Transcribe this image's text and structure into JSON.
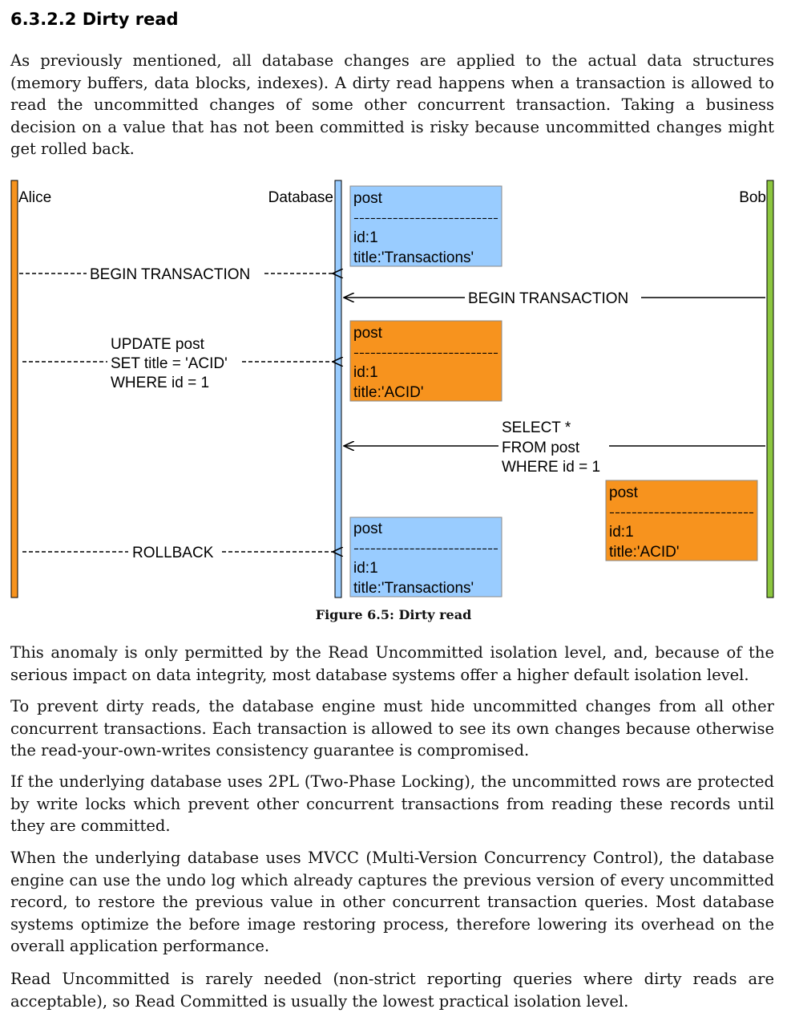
{
  "section": {
    "heading": "6.3.2.2 Dirty read"
  },
  "paragraphs": [
    "As previously mentioned, all database changes are applied to the actual data structures (memory buffers, data blocks, indexes). A dirty read happens when a transaction is allowed to read the uncommitted changes of some other concurrent transaction. Taking a business decision on a value that has not been committed is risky because uncommitted changes might get rolled back.",
    "This anomaly is only permitted by the Read Uncommitted isolation level, and, because of the serious impact on data integrity, most database systems offer a higher default isolation level.",
    "To prevent dirty reads, the database engine must hide uncommitted changes from all other concurrent transactions. Each transaction is allowed to see its own changes because otherwise the read-your-own-writes consistency guarantee is compromised.",
    "If the underlying database uses 2PL (Two-Phase Locking), the uncommitted rows are protected by write locks which prevent other concurrent transactions from reading these records until they are committed.",
    "When the underlying database uses MVCC (Multi-Version Concurrency Control), the database engine can use the undo log which already captures the previous version of every uncommitted record, to restore the previous value in other concurrent transaction queries. Most database systems optimize the before image restoring process, therefore lowering its overhead on the overall application performance.",
    "Read Uncommitted is rarely needed (non-strict reporting queries where dirty reads are acceptable), so Read Committed is usually the lowest practical isolation level."
  ],
  "figure": {
    "caption": "Figure 6.5: Dirty read",
    "actors": {
      "alice": "Alice",
      "database": "Database",
      "bob": "Bob"
    },
    "messages": {
      "alice_begin": "BEGIN TRANSACTION",
      "bob_begin": "BEGIN TRANSACTION",
      "update_line1": "UPDATE post",
      "update_line2": "SET title = 'ACID'",
      "update_line3": "WHERE id = 1",
      "select_line1": "SELECT *",
      "select_line2": "FROM post",
      "select_line3": "WHERE id = 1",
      "rollback": "ROLLBACK"
    },
    "boxes": {
      "box1": {
        "header": "post",
        "divider": "--------------------------",
        "line1": "id:1",
        "line2": "title:'Transactions'"
      },
      "box2": {
        "header": "post",
        "divider": "--------------------------",
        "line1": "id:1",
        "line2": "title:'ACID'"
      },
      "box3": {
        "header": "post",
        "divider": "--------------------------",
        "line1": "id:1",
        "line2": "title:'ACID'"
      },
      "box4": {
        "header": "post",
        "divider": "--------------------------",
        "line1": "id:1",
        "line2": "title:'Transactions'"
      }
    },
    "colors": {
      "alice_lifeline": "#f7931e",
      "database_lifeline": "#99ccff",
      "bob_lifeline": "#8cc63f",
      "committed_box": "#99ccff",
      "uncommitted_box": "#f7931e"
    }
  }
}
